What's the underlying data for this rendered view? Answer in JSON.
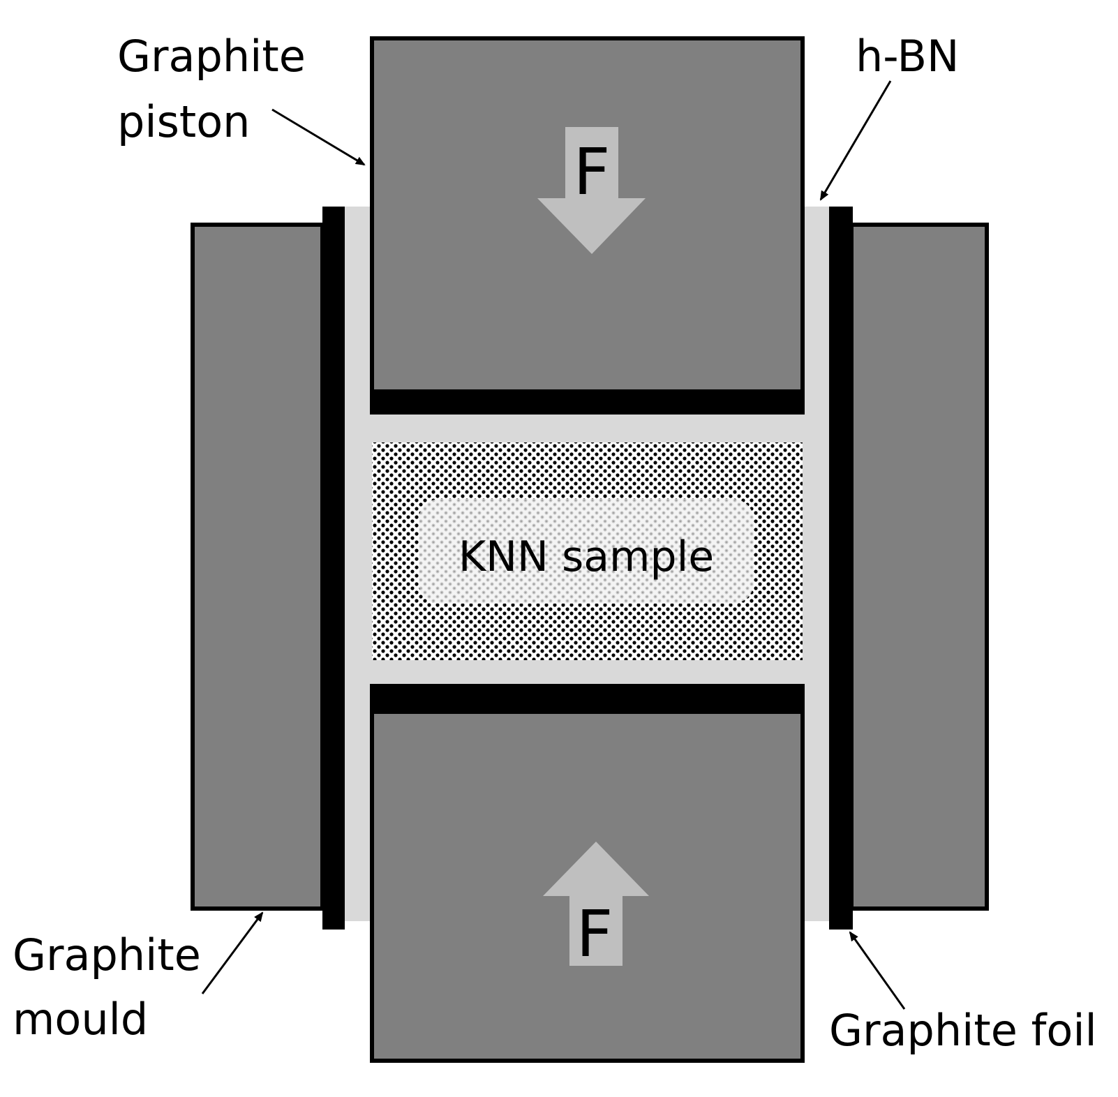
{
  "labels": {
    "piston_line1": "Graphite",
    "piston_line2": "piston",
    "hbn": "h-BN",
    "mould_line1": "Graphite",
    "mould_line2": "mould",
    "foil": "Graphite foil",
    "sample": "KNN sample",
    "force_top": "F",
    "force_bottom": "F"
  },
  "colors": {
    "graphite": "#808080",
    "hbn": "#d9d9d9",
    "foil": "#000000",
    "arrow": "#bfbfbf",
    "outline": "#000000"
  }
}
